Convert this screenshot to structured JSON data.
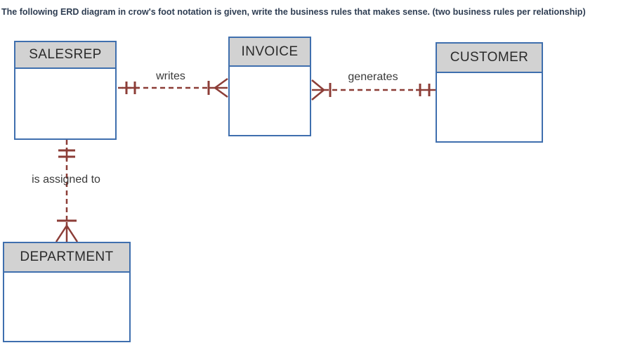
{
  "question": {
    "text": "The following ERD diagram in crow's foot notation is given, write the business rules that makes sense. (two business rules per relationship)"
  },
  "diagram": {
    "notation": "crow's foot",
    "entities": [
      {
        "name": "SALESREP"
      },
      {
        "name": "INVOICE"
      },
      {
        "name": "CUSTOMER"
      },
      {
        "name": "DEPARTMENT"
      }
    ],
    "relationships": [
      {
        "label": "writes",
        "end_a_entity": "SALESREP",
        "end_a_cardinality": "one and only one",
        "end_b_entity": "INVOICE",
        "end_b_cardinality": "one or many",
        "line_style": "dashed"
      },
      {
        "label": "generates",
        "end_a_entity": "INVOICE",
        "end_a_cardinality": "one or many",
        "end_b_entity": "CUSTOMER",
        "end_b_cardinality": "one and only one",
        "line_style": "dashed"
      },
      {
        "label": "is assigned to",
        "end_a_entity": "SALESREP",
        "end_a_cardinality": "one and only one",
        "end_b_entity": "DEPARTMENT",
        "end_b_cardinality": "one or many",
        "line_style": "dashed"
      }
    ]
  },
  "colors": {
    "entity_border": "#3f6fae",
    "entity_header_fill": "#d2d2d2",
    "entity_body_fill": "#ffffff",
    "relationship_line": "#8c3d37",
    "relationship_label_text": "#3a3a3a",
    "question_text": "#2e3d52",
    "page_background": "#ffffff"
  }
}
